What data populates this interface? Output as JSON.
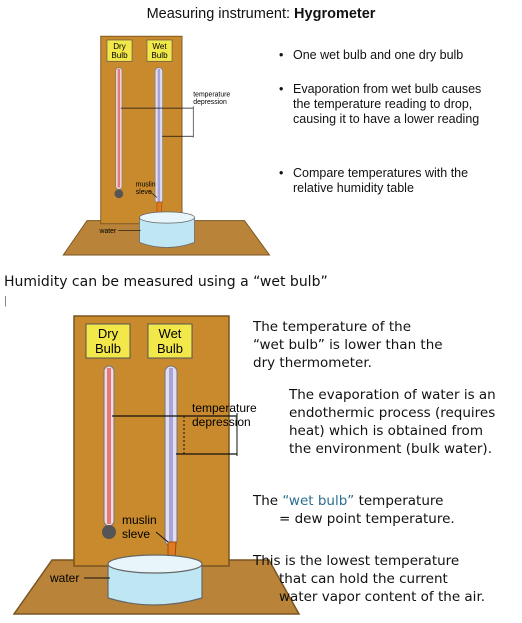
{
  "top_section": {
    "title_prefix": "Measuring instrument: ",
    "title_bold": "Hygrometer",
    "bullets": [
      "One wet bulb and one dry bulb",
      "Evaporation from wet bulb causes the temperature reading to drop, causing it to have a lower reading",
      "Compare temperatures with the relative humidity table"
    ]
  },
  "diagram": {
    "label_dry_line1": "Dry",
    "label_dry_line2": "Bulb",
    "label_wet_line1": "Wet",
    "label_wet_line2": "Bulb",
    "label_temp_line1": "temperature",
    "label_temp_line2": "depression",
    "label_muslin_line1": "muslin",
    "label_muslin_line2": "sleve",
    "label_water": "water",
    "colors": {
      "board": "#c88a2c",
      "base": "#b9843a",
      "label_bg": "#f2e84a",
      "mercury": "#e4787c",
      "wet_tube": "#a9a3d6",
      "sleeve": "#e07a1e",
      "water": "#bfe6f3"
    }
  },
  "caption": "Humidity can be measured using a “wet bulb”",
  "tick_mark": "|",
  "right_text": {
    "p1_line1": "The temperature of the",
    "p1_line2": "“wet bulb” is lower than the",
    "p1_line3": "dry thermometer.",
    "p2_line1": "The evaporation of water is an",
    "p2_line2": "endothermic process (requires",
    "p2_line3": "heat) which is obtained from",
    "p2_line4": "the environment (bulk water).",
    "p3_prefix": "The ",
    "p3_highlight": "“wet bulb”",
    "p3_suffix": " temperature",
    "p3_line2": "= dew point temperature.",
    "p4_line1": "This is the lowest temperature",
    "p4_line2": "that can hold the current",
    "p4_line3": "water vapor content of the air."
  }
}
